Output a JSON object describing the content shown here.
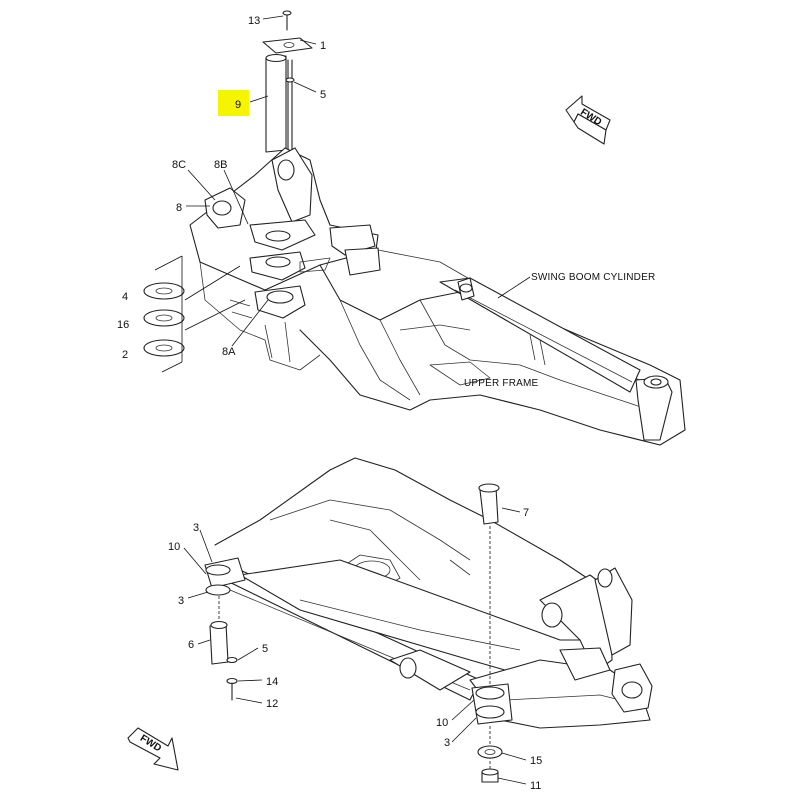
{
  "highlight_color": "#f5f500",
  "labels": {
    "swing_boom_cylinder": "SWING BOOM CYLINDER",
    "upper_frame": "UPPER FRAME",
    "fwd_top": "FWD",
    "fwd_bottom": "FWD"
  },
  "callouts": {
    "c13": "13",
    "c1": "1",
    "c9": "9",
    "c5a": "5",
    "c8c": "8C",
    "c8b": "8B",
    "c8": "8",
    "c4": "4",
    "c16": "16",
    "c2": "2",
    "c8a": "8A",
    "c7": "7",
    "c3a": "3",
    "c10a": "10",
    "c3b": "3",
    "c6": "6",
    "c5b": "5",
    "c14": "14",
    "c12": "12",
    "c10b": "10",
    "c3c": "3",
    "c15": "15",
    "c11": "11"
  }
}
